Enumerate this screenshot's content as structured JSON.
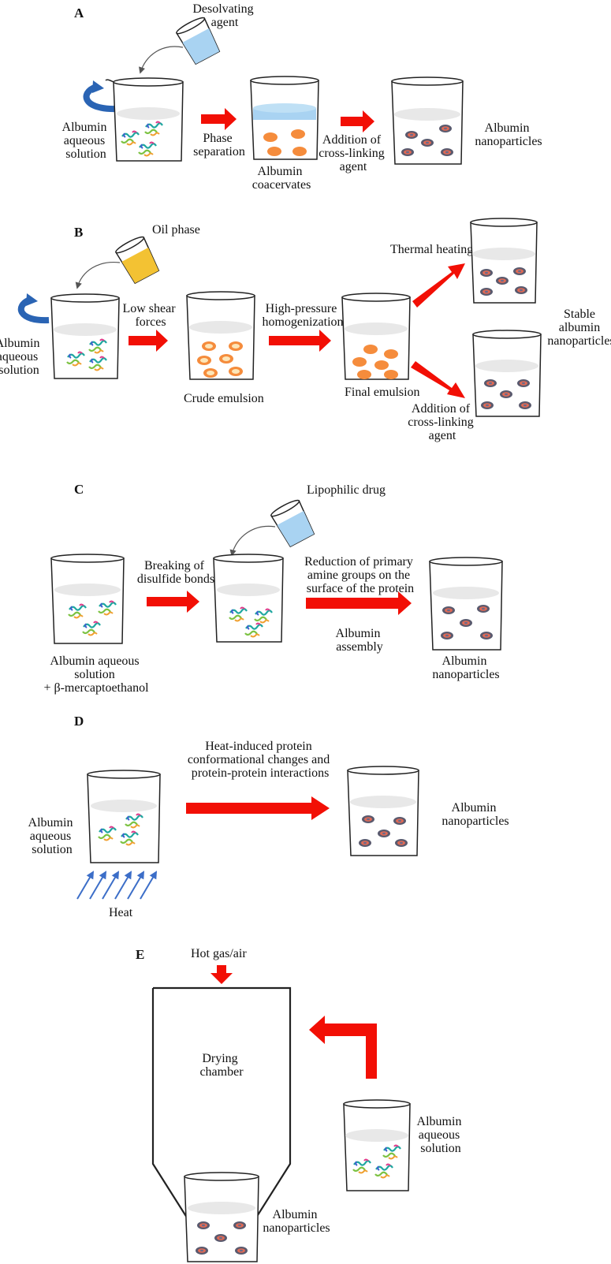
{
  "colors": {
    "arrow": "#f20f05",
    "curl": "#2a64b4",
    "heat": "#3c6ec8",
    "water": "#a9d3f2",
    "oil": "#f3c233",
    "droplet": "#f58c3c",
    "droplet_stroke": "#e07020",
    "nanoparticle": "#5a5a6e",
    "outline": "#222222"
  },
  "icons": [
    "curved-arrow-icon",
    "rotation-arrow-icon",
    "process-arrow-icon",
    "heat-arrow-icon",
    "protein-icon",
    "beaker-icon",
    "flask-icon"
  ],
  "panels": {
    "A": {
      "letter": "A",
      "desolvating_agent": [
        "Desolvating",
        "agent"
      ],
      "albumin_solution": [
        "Albumin",
        "aqueous",
        "solution"
      ],
      "phase_separation": [
        "Phase",
        "separation"
      ],
      "coacervates": [
        "Albumin",
        "coacervates"
      ],
      "crosslink": [
        "Addition of",
        "cross-linking",
        "agent"
      ],
      "nanoparticles": [
        "Albumin",
        "nanoparticles"
      ]
    },
    "B": {
      "letter": "B",
      "oil_phase": "Oil phase",
      "albumin_solution": [
        "Albumin",
        "aqueous",
        "solution"
      ],
      "low_shear": [
        "Low shear",
        "forces"
      ],
      "crude_emulsion": "Crude emulsion",
      "homogenization": [
        "High-pressure",
        "homogenization"
      ],
      "final_emulsion": "Final emulsion",
      "thermal_heating": "Thermal heating",
      "stable_np": [
        "Stable",
        "albumin",
        "nanoparticles"
      ],
      "crosslink": [
        "Addition of",
        "cross-linking",
        "agent"
      ]
    },
    "C": {
      "letter": "C",
      "lipophilic_drug": "Lipophilic drug",
      "breaking": [
        "Breaking of",
        "disulfide bonds"
      ],
      "reduction": [
        "Reduction of primary",
        "amine groups on the",
        "surface of the protein"
      ],
      "assembly": [
        "Albumin",
        "assembly"
      ],
      "albumin_solution": [
        "Albumin aqueous",
        "solution",
        "+ β-mercaptoethanol"
      ],
      "nanoparticles": [
        "Albumin",
        "nanoparticles"
      ]
    },
    "D": {
      "letter": "D",
      "heat_induced": [
        "Heat-induced protein",
        "conformational changes and",
        "protein-protein interactions"
      ],
      "albumin_solution": [
        "Albumin",
        "aqueous",
        "solution"
      ],
      "heat": "Heat",
      "nanoparticles": [
        "Albumin",
        "nanoparticles"
      ]
    },
    "E": {
      "letter": "E",
      "hot_gas": "Hot gas/air",
      "drying_chamber": [
        "Drying",
        "chamber"
      ],
      "albumin_solution": [
        "Albumin",
        "aqueous",
        "solution"
      ],
      "nanoparticles": [
        "Albumin",
        "nanoparticles"
      ]
    }
  }
}
